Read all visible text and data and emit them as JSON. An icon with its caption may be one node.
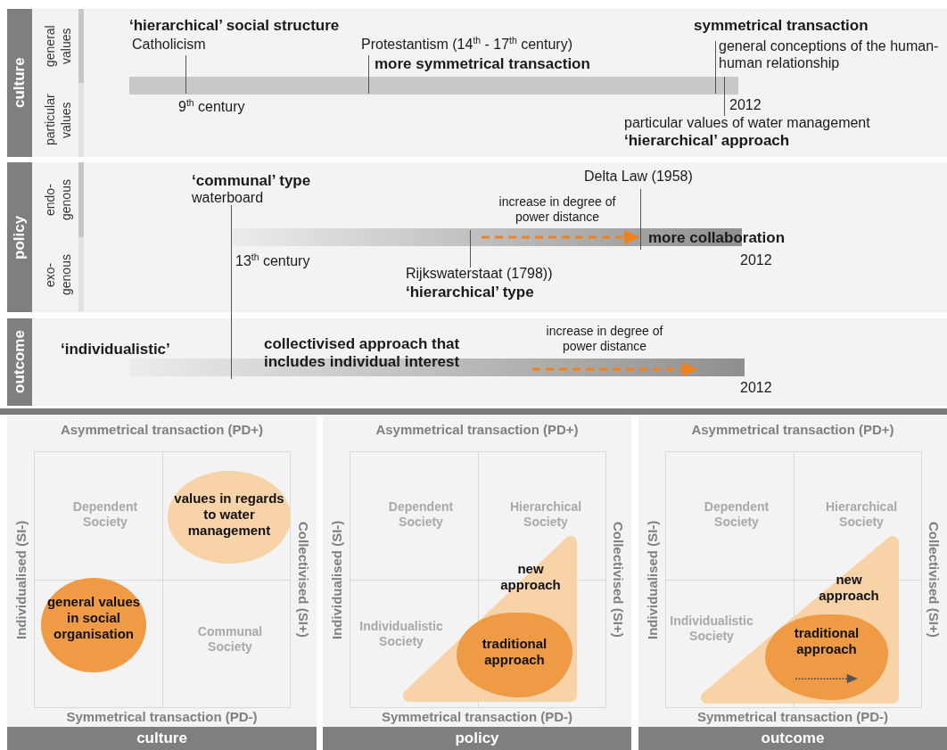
{
  "diagram": {
    "nodes": [
      {
        "text": [
          "culture",
          "general values",
          "particular values"
        ]
      },
      {
        "text": [
          "policy",
          "endo- genous",
          "exo- genous"
        ]
      },
      {
        "text": [
          "outcome"
        ]
      },
      {
        "text": [
          "Asymmetrical transaction (PD+)",
          "Individualised (SI-)",
          "Collectivised (SI+)",
          "Symmetrical transaction (PD-)",
          "culture"
        ]
      },
      {
        "text": [
          "Asymmetrical transaction (PD+)",
          "Individualised (SI-)",
          "Collectivised (SI+)",
          "Symmetrical transaction (PD-)",
          "policy"
        ]
      },
      {
        "text": [
          "Asymmetrical transaction (PD+)",
          "Individualised (SI-)",
          "Collectivised (SI+)",
          "Symmetrical transaction (PD-)",
          "outcome"
        ]
      },
      {
        "text": [
          "values in regards to water management"
        ],
        "in": 3
      },
      {
        "text": [
          "general values in social organisation"
        ],
        "in": 3
      },
      {
        "text": [
          "new approach"
        ],
        "in": 4
      },
      {
        "text": [
          "traditional approach"
        ],
        "in": 8
      },
      {
        "text": [
          "new approach"
        ],
        "in": 5
      },
      {
        "text": [
          "traditional approach"
        ],
        "in": 10
      }
    ],
    "labels": [
      "‘hierarchical’ social structure",
      "Catholicism",
      "Protestantism (14$^{th}$ - 17$^{th}$ century)",
      "more symmetrical transaction",
      "symmetrical transaction",
      "general conceptions of the human-human relationship",
      "9$^{th}$ century",
      "2012",
      "particular values of water management",
      "‘hierarchical’ approach",
      "‘communal’ type",
      "waterboard",
      "Delta Law (1958)",
      "increase in degree of power distance",
      "more collaboration",
      "13$^{th}$ century",
      "2012",
      "Rijkswaterstaat (1798))",
      "‘hierarchical’ type",
      "‘individualistic’",
      "collectivised approach that includes individual interest",
      "increase in degree of power distance",
      "2012",
      "Dependent Society",
      "Communal Society",
      "Dependent Society",
      "Hierarchical Society",
      "Individualistic Society",
      "Dependent Society",
      "Hierarchical Society",
      "Individualistic Society"
    ]
  }
}
